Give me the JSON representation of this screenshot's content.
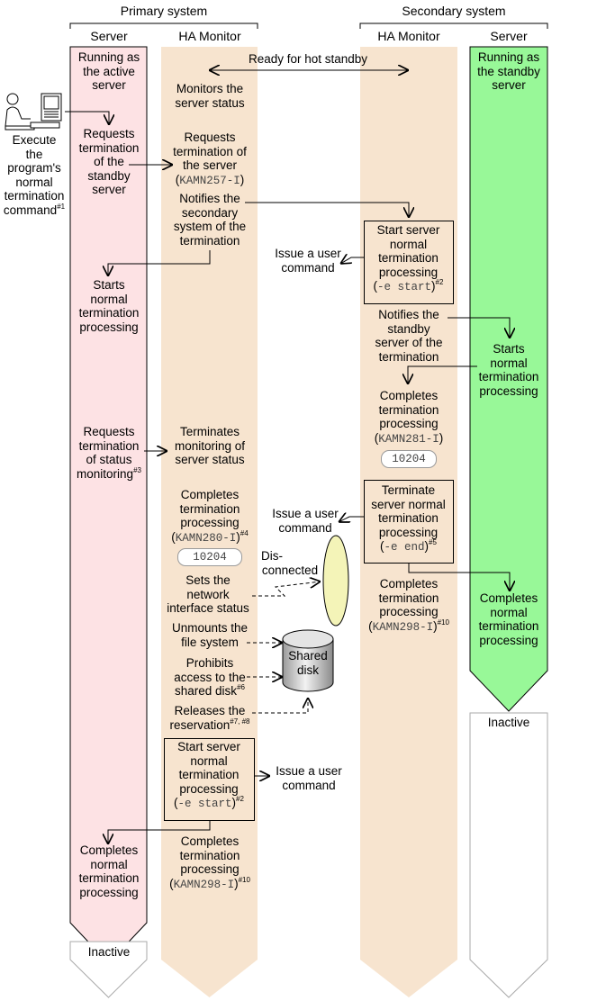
{
  "headers": {
    "primary_system": "Primary system",
    "secondary_system": "Secondary system",
    "primary_server": "Server",
    "primary_ha_monitor": "HA Monitor",
    "secondary_ha_monitor": "HA Monitor",
    "secondary_server": "Server"
  },
  "colors": {
    "primary_server_lane": "#fde2e4",
    "ha_monitor_lane": "#f7e4cf",
    "secondary_server_lane": "#98f898"
  },
  "primary_server": {
    "running": [
      "Running as",
      "the active",
      "server"
    ],
    "requests_standby": [
      "Requests",
      "termination",
      "of the",
      "standby",
      "server"
    ],
    "starts_normal": [
      "Starts",
      "normal",
      "termination",
      "processing"
    ],
    "requests_status": [
      "Requests",
      "termination",
      "of status"
    ],
    "requests_status_last": "monitoring",
    "requests_status_note": "#3",
    "completes": [
      "Completes",
      "normal",
      "termination",
      "processing"
    ],
    "inactive": "Inactive"
  },
  "operator": {
    "label": [
      "Execute",
      "the",
      "program's",
      "normal",
      "termination"
    ],
    "label_last": "command",
    "label_note": "#1"
  },
  "primary_ha": {
    "ready": "Ready for hot standby",
    "monitors": [
      "Monitors the",
      "server status"
    ],
    "requests_server": [
      "Requests",
      "termination of",
      "the server"
    ],
    "requests_server_code": "KAMN257-I",
    "notifies": [
      "Notifies the",
      "secondary",
      "system of the",
      "termination"
    ],
    "terminates_monitoring": [
      "Terminates",
      "monitoring of",
      "server status"
    ],
    "completes1": [
      "Completes",
      "termination"
    ],
    "completes1_line3": "processing",
    "completes1_note": "#4",
    "completes1_code": "KAMN280-I",
    "completes1_pill": "10204",
    "sets_network": [
      "Sets the",
      "network",
      "interface status"
    ],
    "disconnected": [
      "Dis-",
      "connected"
    ],
    "unmounts": [
      "Unmounts the",
      "file system"
    ],
    "prohibits": [
      "Prohibits",
      "access to the"
    ],
    "prohibits_last": "shared disk",
    "prohibits_note": "#6",
    "releases": "Releases the",
    "reservation": "reservation",
    "reservation_note": "#7, #8",
    "shared_disk": [
      "Shared",
      "disk"
    ],
    "start_box": [
      "Start server",
      "normal",
      "termination",
      "processing"
    ],
    "start_box_code": "-e start",
    "start_box_note": "#2",
    "issue_user": [
      "Issue a user",
      "command"
    ],
    "completes2": [
      "Completes",
      "termination",
      "processing"
    ],
    "completes2_code": "KAMN298-I",
    "completes2_note": "#10",
    "inactive": ""
  },
  "secondary_ha": {
    "issue_user1": [
      "Issue a user",
      "command"
    ],
    "start_box": [
      "Start server",
      "normal",
      "termination",
      "processing"
    ],
    "start_box_code": "-e start",
    "start_box_note": "#2",
    "notifies": [
      "Notifies the",
      "standby",
      "server of the",
      "termination"
    ],
    "completes1": [
      "Completes",
      "termination",
      "processing"
    ],
    "completes1_code": "KAMN281-I",
    "completes1_pill": "10204",
    "issue_user2": [
      "Issue a user",
      "command"
    ],
    "terminate_box": [
      "Terminate",
      "server normal",
      "termination",
      "processing"
    ],
    "terminate_box_code": "-e end",
    "terminate_box_note": "#5",
    "completes2": [
      "Completes",
      "termination",
      "processing"
    ],
    "completes2_code": "KAMN298-I",
    "completes2_note": "#10"
  },
  "secondary_server": {
    "running": [
      "Running as",
      "the standby",
      "server"
    ],
    "starts_normal": [
      "Starts",
      "normal",
      "termination",
      "processing"
    ],
    "completes": [
      "Completes",
      "normal",
      "termination",
      "processing"
    ],
    "inactive": "Inactive"
  }
}
